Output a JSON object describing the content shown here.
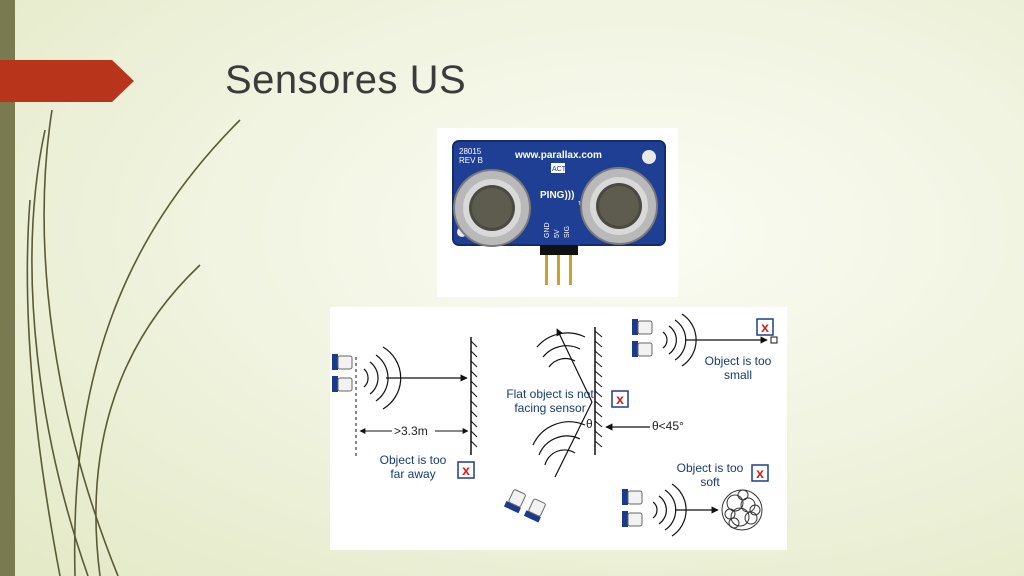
{
  "slide": {
    "title": "Sensores US"
  },
  "photo": {
    "board_code": "28015",
    "board_rev": "REV B",
    "website": "www.parallax.com",
    "act_label": "ACT",
    "model_label": "PING)))",
    "tm_label": "TM",
    "pin_labels": [
      "GND",
      "5V",
      "SIG"
    ]
  },
  "diagram": {
    "case_far": {
      "distance_label": ">3.3m",
      "caption_line1": "Object is too",
      "caption_line2": "far away"
    },
    "case_angle": {
      "caption_line1": "Flat object is not",
      "caption_line2": "facing sensor",
      "theta_label": "θ",
      "angle_label": "θ<45°"
    },
    "case_small": {
      "caption_line1": "Object is too",
      "caption_line2": "small"
    },
    "case_soft": {
      "caption_line1": "Object is too",
      "caption_line2": "soft"
    },
    "fail_mark": "x",
    "colors": {
      "text": "#123c7a",
      "fail_border": "#1b3f8f",
      "fail_x": "#cc1f1f",
      "sensor_blue": "#1c3a8c"
    }
  }
}
